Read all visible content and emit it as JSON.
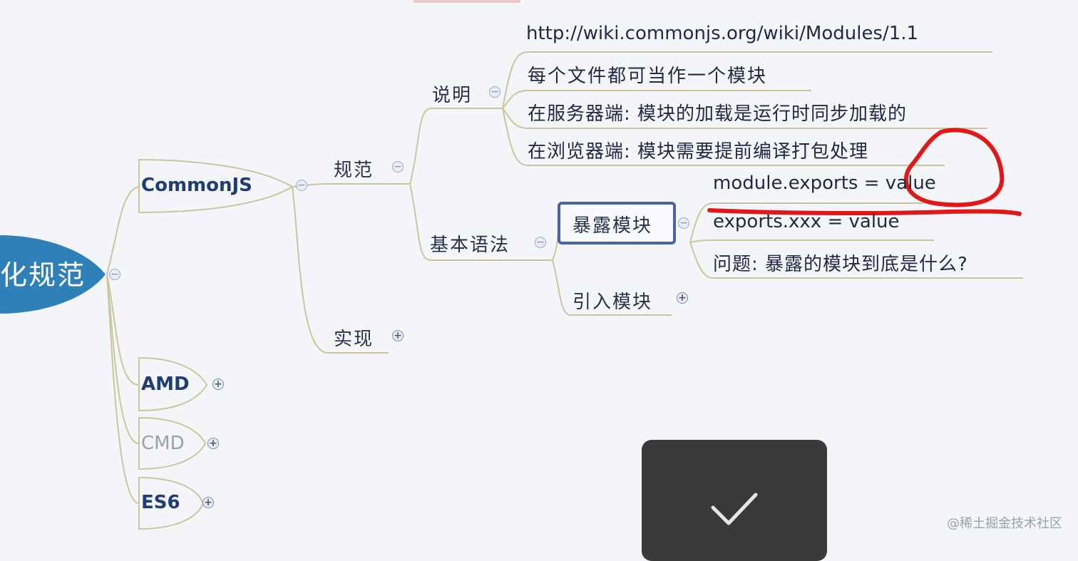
{
  "root": {
    "label": "化规范"
  },
  "branches": {
    "commonjs": "CommonJS",
    "amd": "AMD",
    "cmd": "CMD",
    "es6": "ES6"
  },
  "commonjs": {
    "spec_label": "规范",
    "impl_label": "实现",
    "spec": {
      "desc_label": "说明",
      "desc_items": [
        "http://wiki.commonjs.org/wiki/Modules/1.1",
        "每个文件都可当作一个模块",
        "在服务器端: 模块的加载是运行时同步加载的",
        "在浏览器端: 模块需要提前编译打包处理"
      ],
      "syntax_label": "基本语法",
      "syntax": {
        "expose_label": "暴露模块",
        "expose_items": [
          "module.exports = value",
          "exports.xxx = value",
          "问题: 暴露的模块到底是什么?"
        ],
        "import_label": "引入模块"
      }
    }
  },
  "toggles": {
    "collapse": "−",
    "expand": "+"
  },
  "toast": {
    "icon": "checkmark-icon"
  },
  "watermark": "@稀土掘金技术社区",
  "colors": {
    "background": "#f3f5f9",
    "root_fill": "#2f7fb8",
    "line": "#c9c79a",
    "highlight_border": "#4a62a8",
    "annotation": "#e01818",
    "toast": "#3a3a3b"
  }
}
